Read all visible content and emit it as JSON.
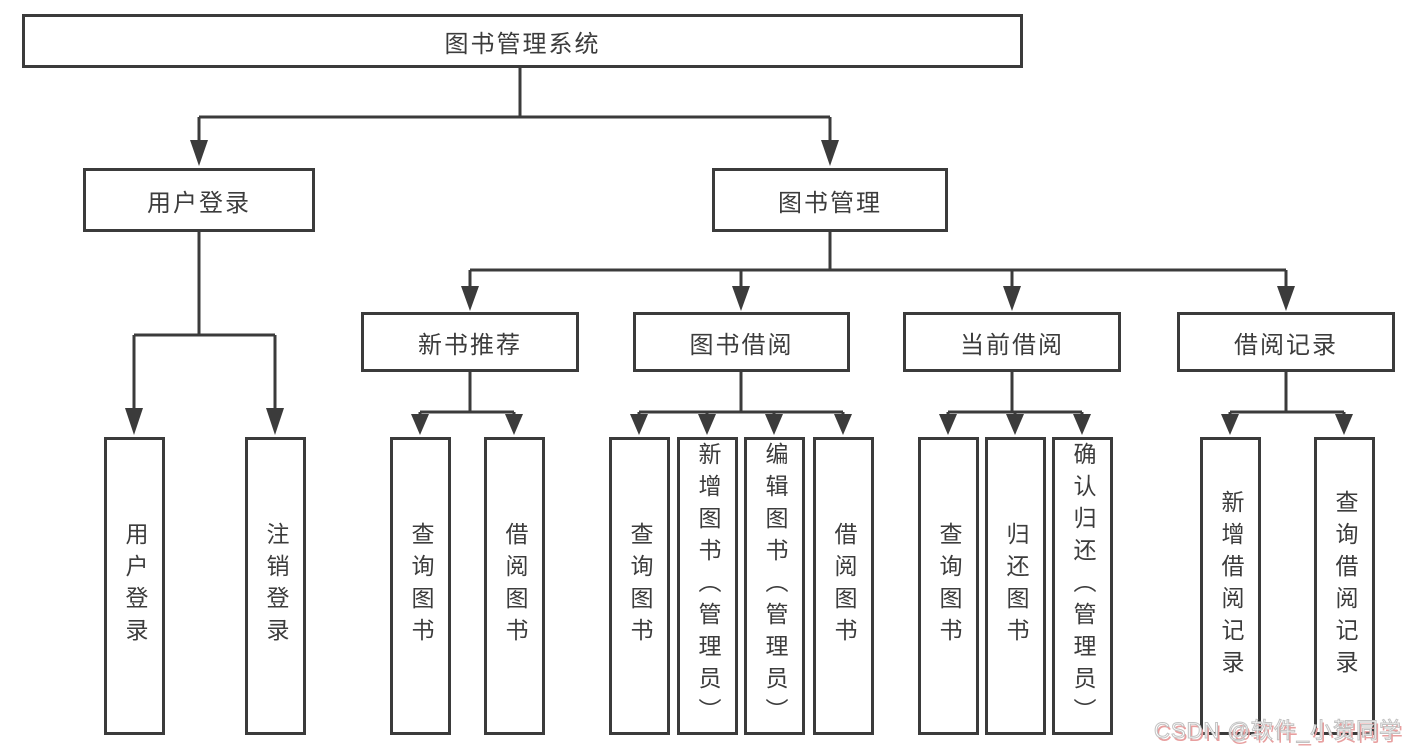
{
  "tree": {
    "root": {
      "label": "图书管理系统"
    },
    "branches": [
      {
        "label": "用户登录",
        "children": [
          {
            "label": "用户登录"
          },
          {
            "label": "注销登录"
          }
        ]
      },
      {
        "label": "图书管理",
        "children": [
          {
            "label": "新书推荐",
            "children": [
              {
                "label": "查询图书"
              },
              {
                "label": "借阅图书"
              }
            ]
          },
          {
            "label": "图书借阅",
            "children": [
              {
                "label": "查询图书"
              },
              {
                "label": "新增图书（管理员）"
              },
              {
                "label": "编辑图书（管理员）"
              },
              {
                "label": "借阅图书"
              }
            ]
          },
          {
            "label": "当前借阅",
            "children": [
              {
                "label": "查询图书"
              },
              {
                "label": "归还图书"
              },
              {
                "label": "确认归还（管理员）"
              }
            ]
          },
          {
            "label": "借阅记录",
            "children": [
              {
                "label": "新增借阅记录"
              },
              {
                "label": "查询借阅记录"
              }
            ]
          }
        ]
      }
    ]
  },
  "watermark": {
    "text": "CSDN @软件_小贺同学"
  },
  "colors": {
    "line": "#3b3b3b",
    "text": "#3c3c3c",
    "background": "#ffffff",
    "watermark_text": "#ffffff",
    "watermark_shadow": "#e89f9f"
  }
}
